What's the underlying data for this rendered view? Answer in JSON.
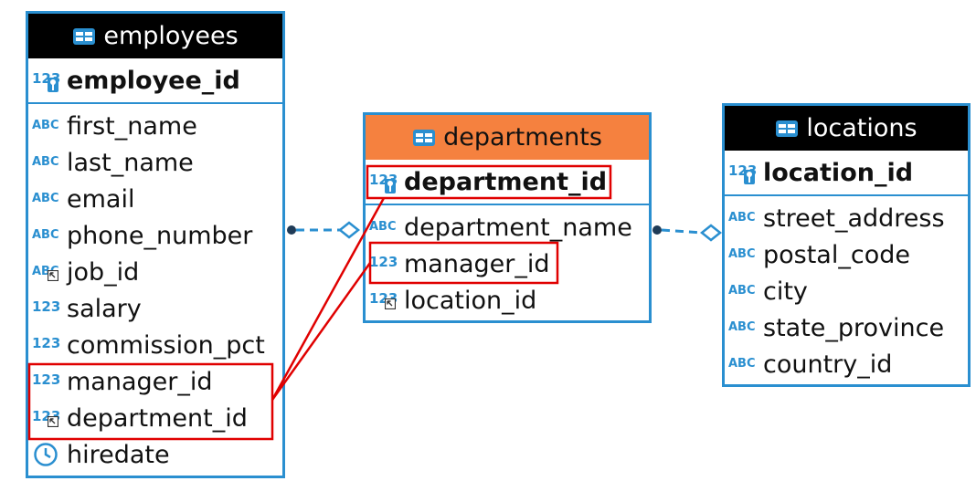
{
  "entities": {
    "employees": {
      "title": "employees",
      "pk": "employee_id",
      "columns": [
        {
          "label": "first_name",
          "type": "ABC"
        },
        {
          "label": "last_name",
          "type": "ABC"
        },
        {
          "label": "email",
          "type": "ABC"
        },
        {
          "label": "phone_number",
          "type": "ABC"
        },
        {
          "label": "job_id",
          "type": "ABC"
        },
        {
          "label": "salary",
          "type": "123"
        },
        {
          "label": "commission_pct",
          "type": "123"
        },
        {
          "label": "manager_id",
          "type": "123"
        },
        {
          "label": "department_id",
          "type": "123"
        },
        {
          "label": "hiredate",
          "type": "clock"
        }
      ]
    },
    "departments": {
      "title": "departments",
      "pk": "department_id",
      "columns": [
        {
          "label": "department_name",
          "type": "ABC"
        },
        {
          "label": "manager_id",
          "type": "123"
        },
        {
          "label": "location_id",
          "type": "123"
        }
      ]
    },
    "locations": {
      "title": "locations",
      "pk": "location_id",
      "columns": [
        {
          "label": "street_address",
          "type": "ABC"
        },
        {
          "label": "postal_code",
          "type": "ABC"
        },
        {
          "label": "city",
          "type": "ABC"
        },
        {
          "label": "state_province",
          "type": "ABC"
        },
        {
          "label": "country_id",
          "type": "ABC"
        }
      ]
    }
  },
  "icon_text": {
    "numeric": "123",
    "text": "ABC"
  },
  "colors": {
    "entity_border": "#2a8fd0",
    "header_black": "#000000",
    "header_orange": "#f5813f",
    "highlight": "#e00000",
    "connector": "#2a8fd0"
  }
}
